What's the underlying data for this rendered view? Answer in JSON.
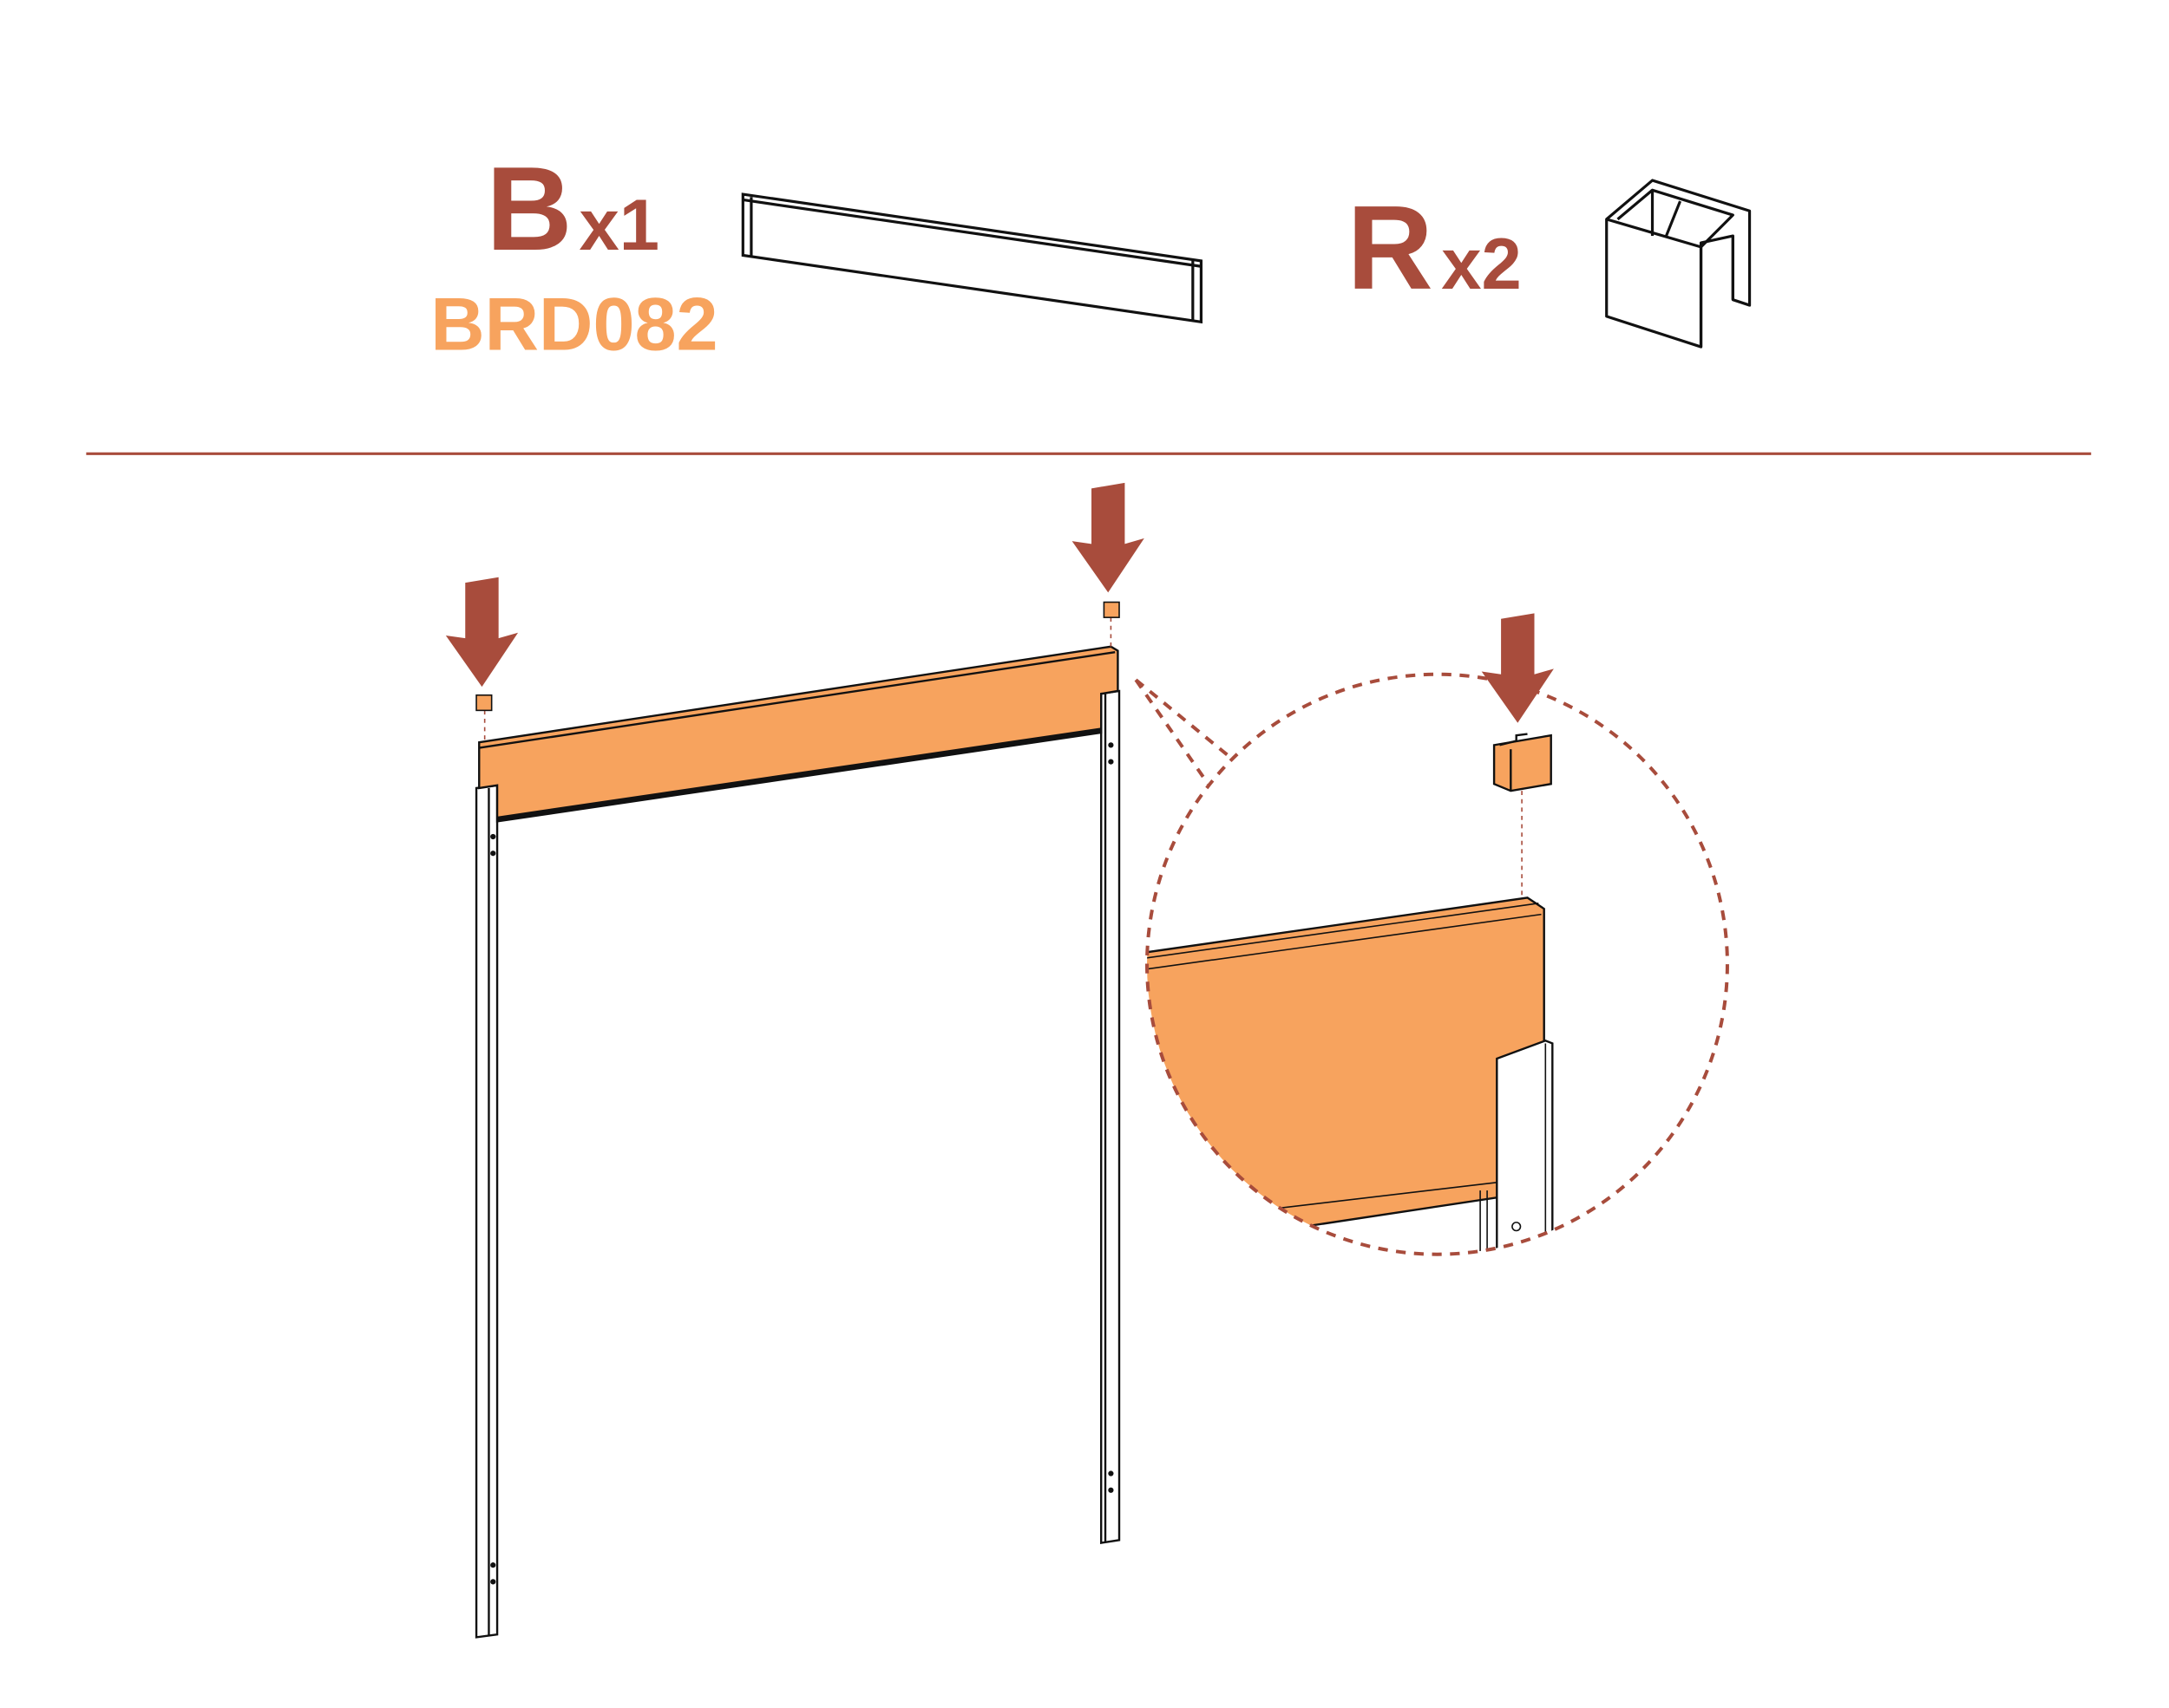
{
  "parts": [
    {
      "letter": "B",
      "quantity": "x1",
      "code": "BRD082",
      "shape": "board"
    },
    {
      "letter": "R",
      "quantity": "x2",
      "shape": "rail-connector"
    }
  ],
  "colors": {
    "accent": "#a84c3c",
    "orange": "#f7a35e",
    "line": "#111111"
  },
  "icons": [
    "down-arrow-icon",
    "down-arrow-icon",
    "down-arrow-icon"
  ]
}
